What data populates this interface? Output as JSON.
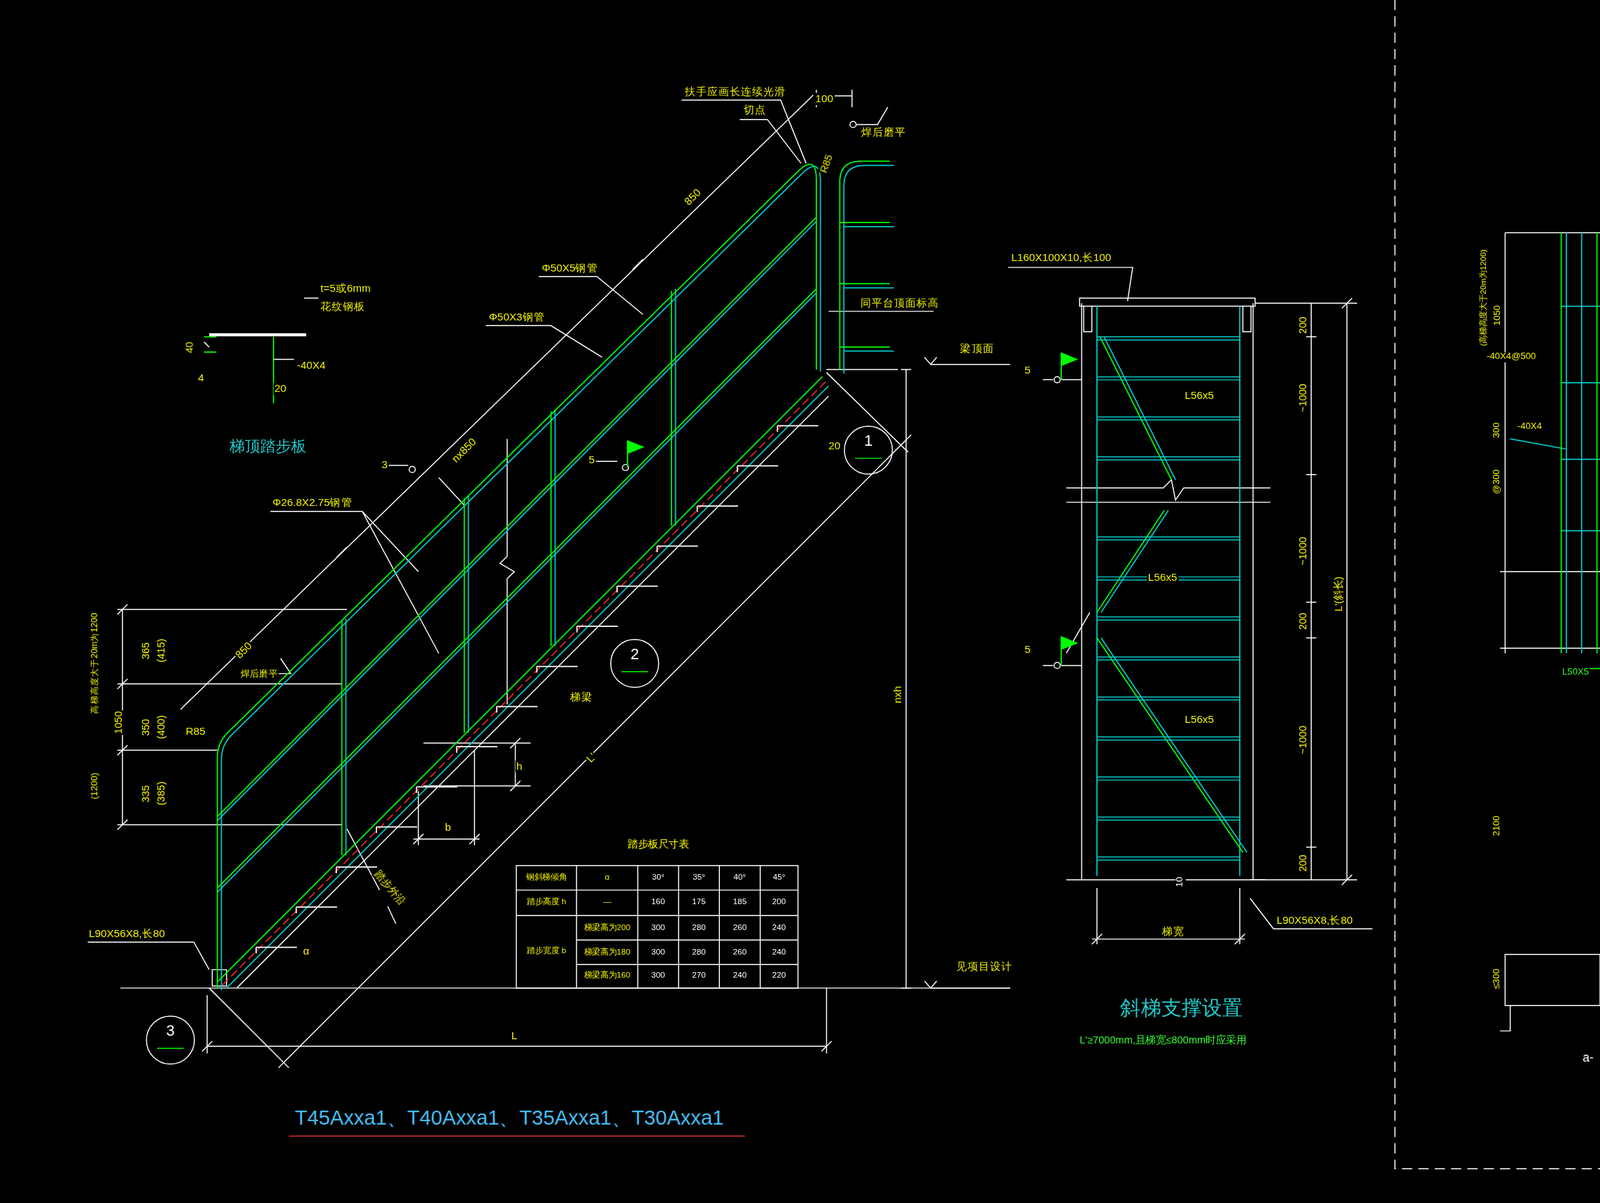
{
  "diagram": {
    "title": "T45Axxa1、T40Axxa1、T35Axxa1、T30Axxa1",
    "nodes": [
      {
        "text": [
          "1"
        ]
      },
      {
        "text": [
          "2"
        ]
      },
      {
        "text": [
          "3"
        ]
      }
    ],
    "labels": [
      "扶手应画长连续光滑",
      "切点",
      "100",
      "R85",
      "焊后磨平",
      "850",
      "同平台顶面标高",
      "梁顶面",
      "Φ50X5钢管",
      "Φ50X3钢管",
      "t=5或6mm",
      "花纹钢板",
      "40",
      "-40X4",
      "4",
      "20",
      "梯顶踏步板",
      "nx850",
      "3",
      "5",
      "Φ26.8X2.75钢管",
      "20",
      "365",
      "(415)",
      "350",
      "(400)",
      "335",
      "(385)",
      "1050",
      "(1200)",
      "高梯高度大于20m为1200",
      "850",
      "焊后磨平",
      "R85",
      "h",
      "b",
      "梯梁",
      "L'",
      "踏步外沿",
      "nxh",
      "L90X56X8,长80",
      "α",
      "L",
      "见项目设计",
      "踏步板尺寸表",
      "钢斜梯倾角",
      "α",
      "30°",
      "35°",
      "40°",
      "45°",
      "踏步高度 h",
      "—",
      "160",
      "175",
      "185",
      "200",
      "踏步宽度 b",
      "梯梁高为200",
      "300",
      "280",
      "260",
      "240",
      "梯梁高为180",
      "300",
      "280",
      "260",
      "240",
      "梯梁高为160",
      "300",
      "270",
      "240",
      "220",
      "L160X100X10,长100",
      "5",
      "200",
      "~1000",
      "L56x5",
      "~1000",
      "L56x5",
      "200",
      "L'(斜长)",
      "5",
      "L56x5",
      "~1000",
      "200",
      "10",
      "L90X56X8,长80",
      "梯宽",
      "斜梯支撑设置",
      "L'≥7000mm,且梯宽≤800mm时应采用",
      "(高梯高度大于20m为1200)",
      "1050",
      "-40X4@500",
      "300",
      "-40X4",
      "@300",
      "2100",
      "L50X5",
      "≤300",
      "a-"
    ]
  }
}
